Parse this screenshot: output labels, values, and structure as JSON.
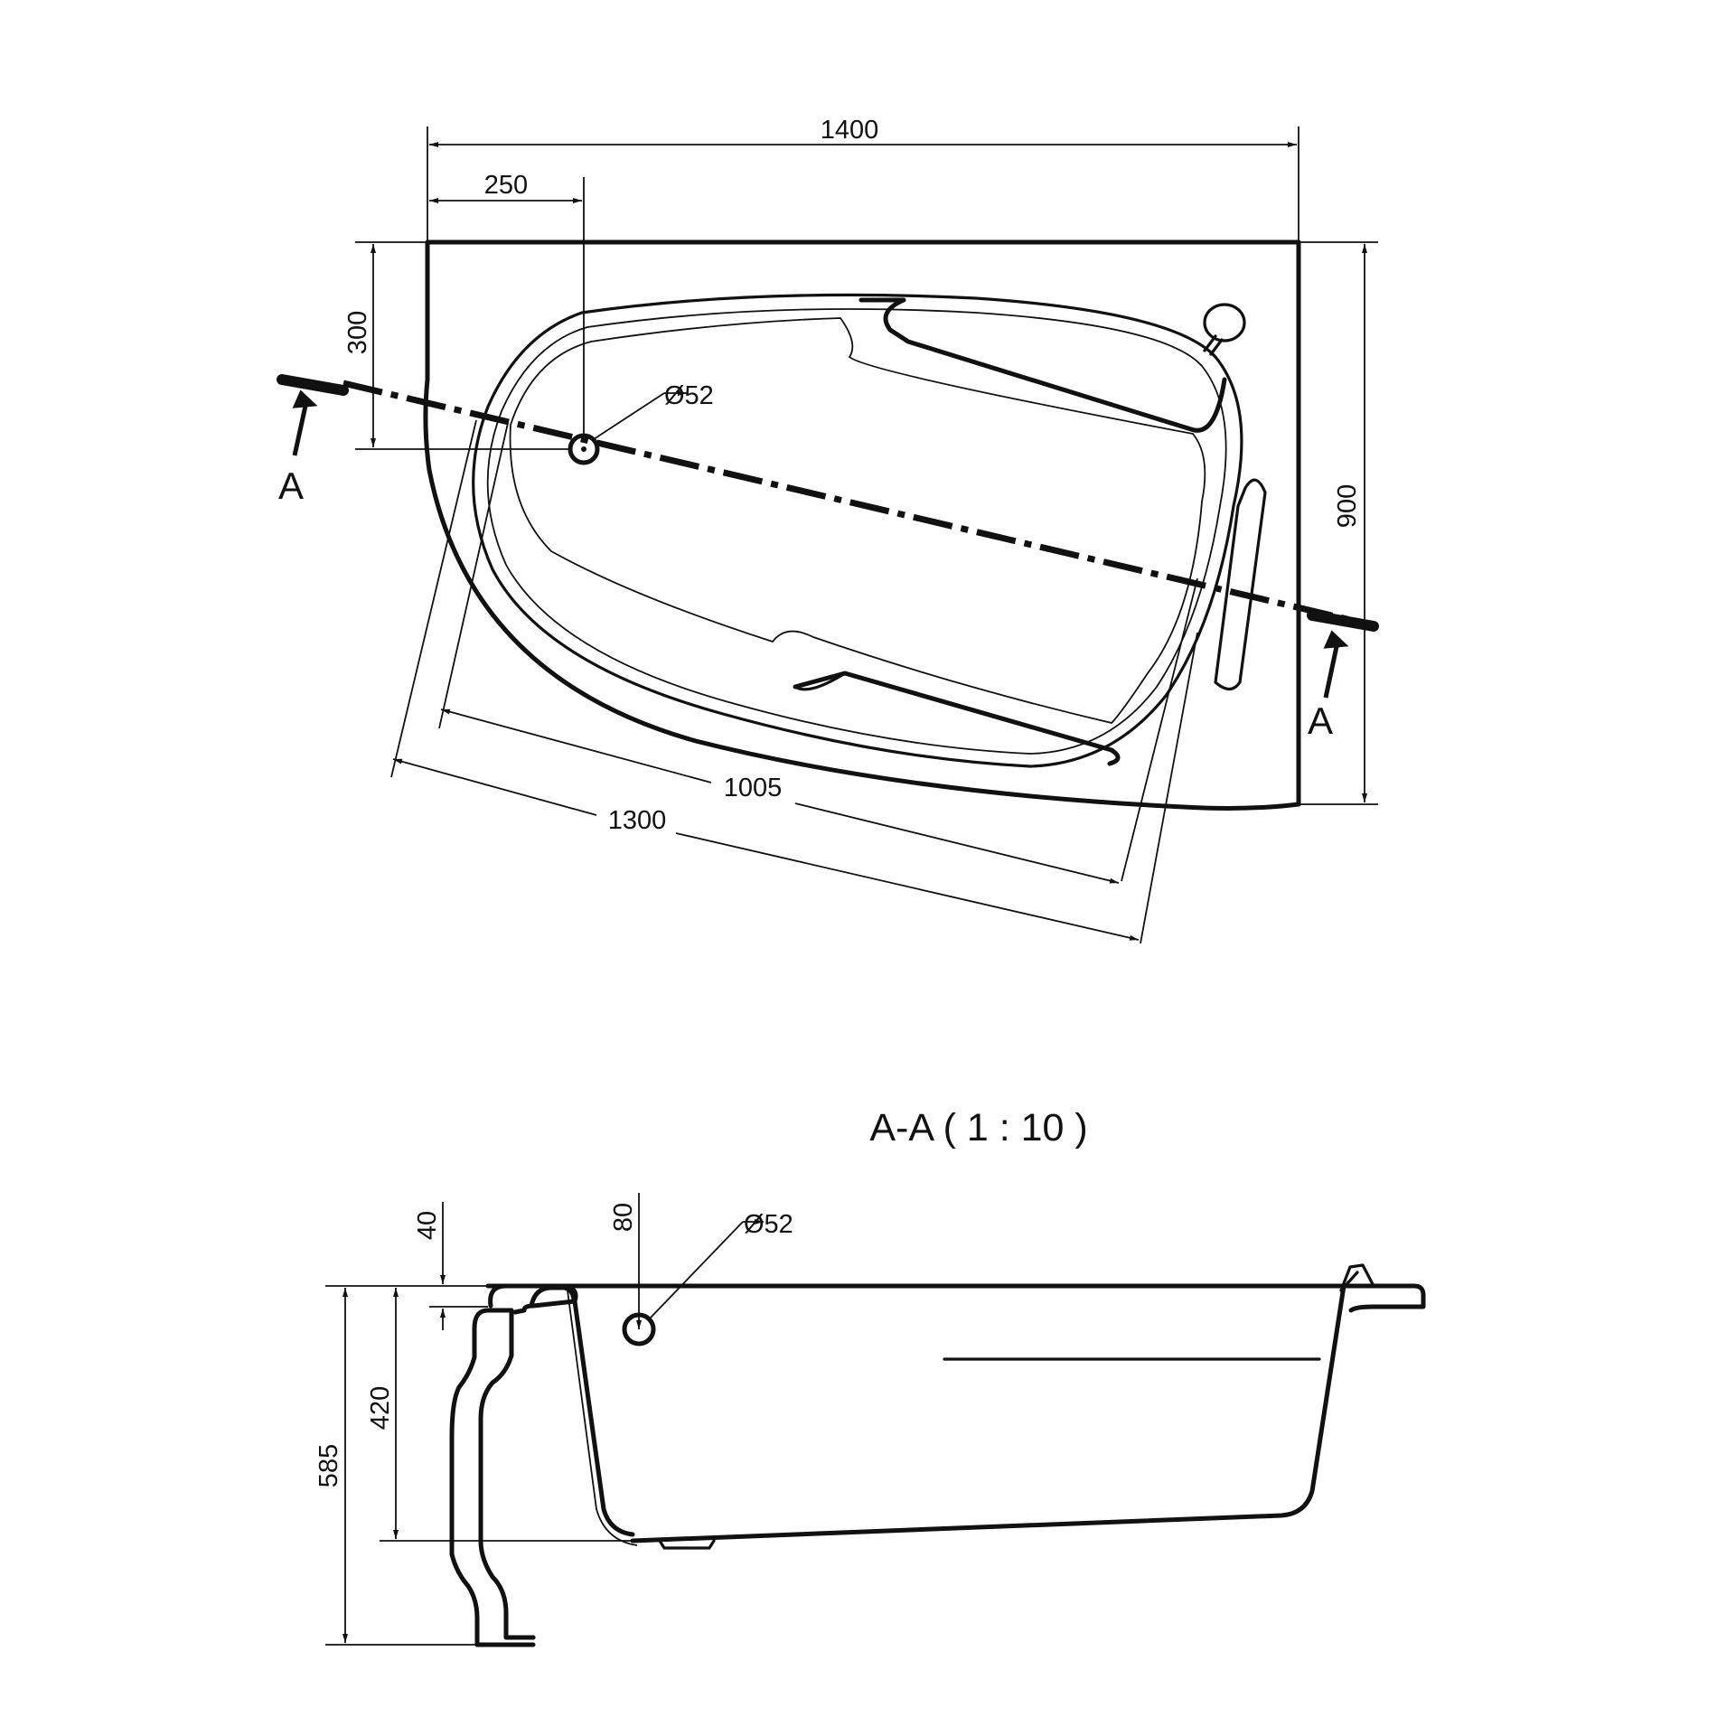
{
  "plan_view": {
    "width_label": "1400",
    "drain_offset_label": "250",
    "depth_label": "900",
    "drain_depth_label": "300",
    "drain_diameter_label": "Ø52",
    "inner_length_label": "1005",
    "outer_length_label": "1300",
    "section_mark_left": "A",
    "section_mark_right": "A"
  },
  "section_view": {
    "title": "A-A  ( 1 : 10 )",
    "rim_label": "40",
    "overflow_height_label": "80",
    "overflow_diameter_label": "Ø52",
    "depth_label": "420",
    "total_height_label": "585"
  }
}
